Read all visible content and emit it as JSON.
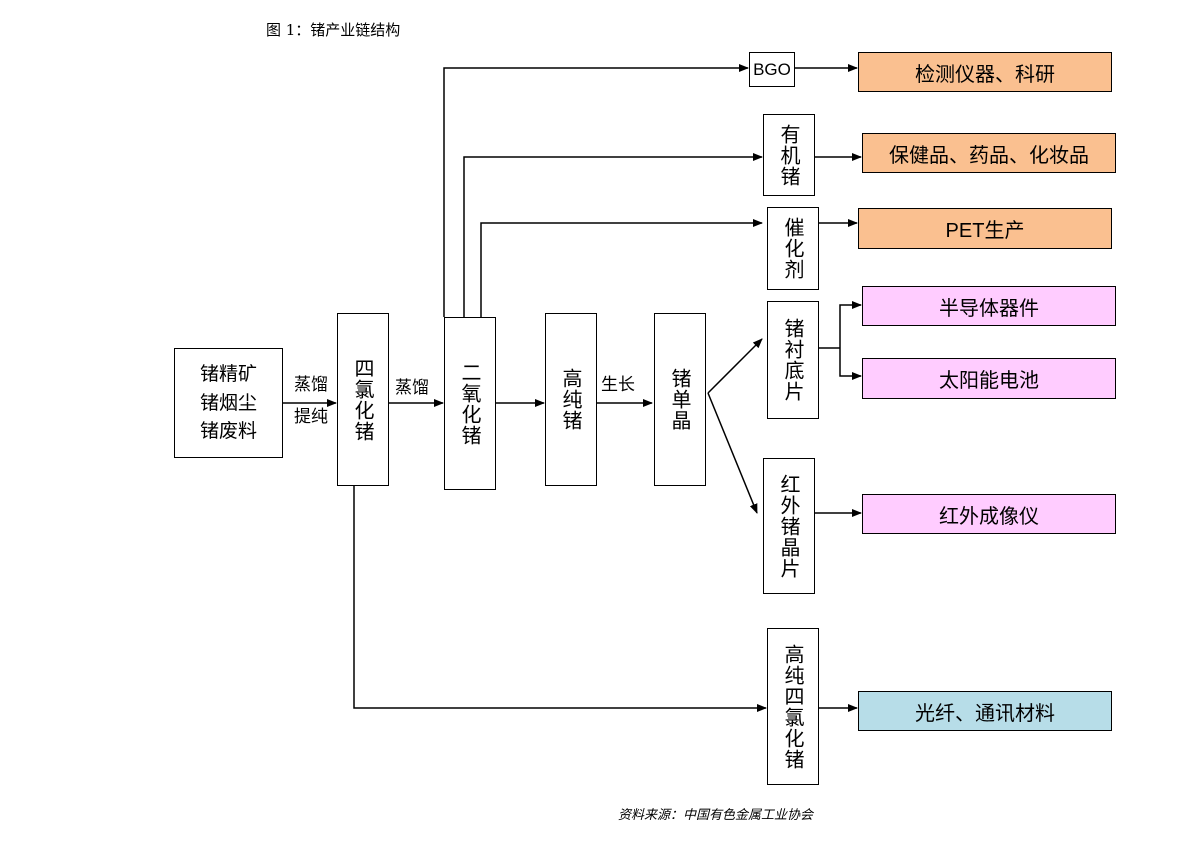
{
  "caption": "图 1：锗产业链结构",
  "source": "资料来源：中国有色金属工业协会",
  "nodes": {
    "raw": "锗精矿\n锗烟尘\n锗废料",
    "gecl4": "四氯化锗",
    "geo2": "二氧化锗",
    "high_purity_ge": "高纯锗",
    "single_crystal": "锗单晶",
    "bgo": "BGO",
    "organic_ge": "有机锗",
    "catalyst": "催化剂",
    "substrate": "锗衬底片",
    "ir_wafer": "红外锗晶片",
    "high_purity_gecl4": "高纯四氯化锗"
  },
  "edge_labels": {
    "distill_purify_1": "蒸馏",
    "distill_purify_2": "提纯",
    "distill": "蒸馏",
    "growth": "生长"
  },
  "applications": {
    "instruments": "检测仪器、科研",
    "health": "保健品、药品、化妆品",
    "pet": "PET生产",
    "semiconductor": "半导体器件",
    "solar": "太阳能电池",
    "infrared": "红外成像仪",
    "fiber": "光纤、通讯材料"
  },
  "colors": {
    "orange": "#fac090",
    "pink": "#ffccff",
    "teal": "#b7dde8"
  }
}
